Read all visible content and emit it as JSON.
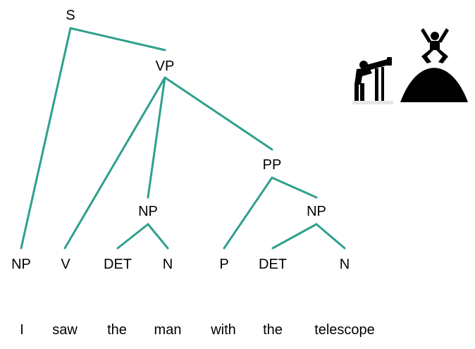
{
  "tree": {
    "edge_color": "#2fa08c",
    "nodes": {
      "s": "S",
      "vp": "VP",
      "pp": "PP",
      "np_obj": "NP",
      "np_pp": "NP",
      "np_subj": "NP",
      "v": "V",
      "det1": "DET",
      "n1": "N",
      "p": "P",
      "det2": "DET",
      "n2": "N"
    }
  },
  "sentence": {
    "words": [
      "I",
      "saw",
      "the",
      "man",
      "with",
      "the",
      "telescope"
    ]
  },
  "pictograms": [
    {
      "icon": "person-with-telescope-icon"
    },
    {
      "icon": "person-jumping-on-hill-icon"
    }
  ]
}
